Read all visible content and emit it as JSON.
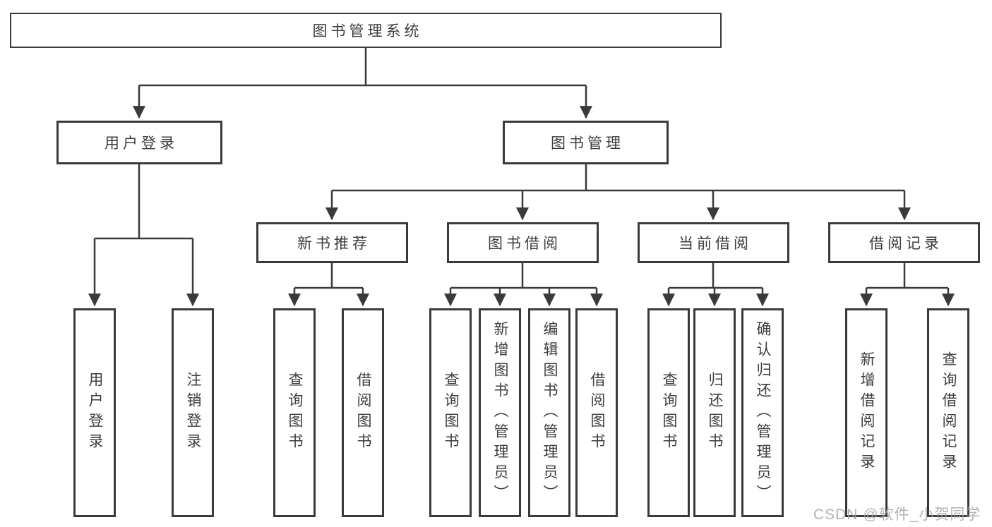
{
  "diagram": {
    "title": "图书管理系统",
    "watermark": "CSDN @软件_小贺同学",
    "colors": {
      "line": "#3a3a3a",
      "box_border": "#3a3a3a",
      "text": "#3d3d3d",
      "background": "#ffffff",
      "watermark": "#a5a5a5"
    },
    "nodes": {
      "root": "图书管理系统",
      "user_login": "用户登录",
      "book_mgmt": "图书管理",
      "new_book_rec": "新书推荐",
      "book_borrow": "图书借阅",
      "current_borrow": "当前借阅",
      "borrow_records": "借阅记录",
      "leaf_user_login": "用户登录",
      "leaf_logout": "注销登录",
      "leaf_nb_query": "查询图书",
      "leaf_nb_borrow": "借阅图书",
      "leaf_bb_query": "查询图书",
      "leaf_bb_add": "新增图书（管理员）",
      "leaf_bb_edit": "编辑图书（管理员）",
      "leaf_bb_borrow": "借阅图书",
      "leaf_cb_query": "查询图书",
      "leaf_cb_return": "归还图书",
      "leaf_cb_confirm": "确认归还（管理员）",
      "leaf_br_add": "新增借阅记录",
      "leaf_br_query": "查询借阅记录"
    },
    "hierarchy": {
      "图书管理系统": {
        "用户登录": [
          "用户登录",
          "注销登录"
        ],
        "图书管理": {
          "新书推荐": [
            "查询图书",
            "借阅图书"
          ],
          "图书借阅": [
            "查询图书",
            "新增图书（管理员）",
            "编辑图书（管理员）",
            "借阅图书"
          ],
          "当前借阅": [
            "查询图书",
            "归还图书",
            "确认归还（管理员）"
          ],
          "借阅记录": [
            "新增借阅记录",
            "查询借阅记录"
          ]
        }
      }
    }
  }
}
